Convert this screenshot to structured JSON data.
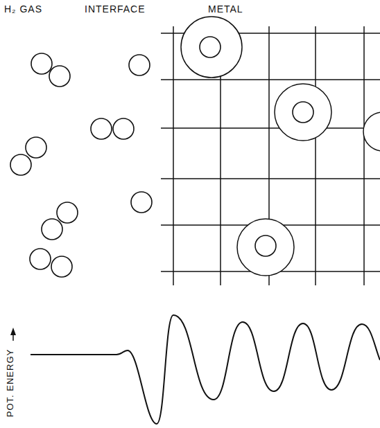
{
  "diagram": {
    "labels": [
      "H₂ GAS",
      "INTERFACE",
      "METAL",
      "POT. ENERGY"
    ]
  }
}
